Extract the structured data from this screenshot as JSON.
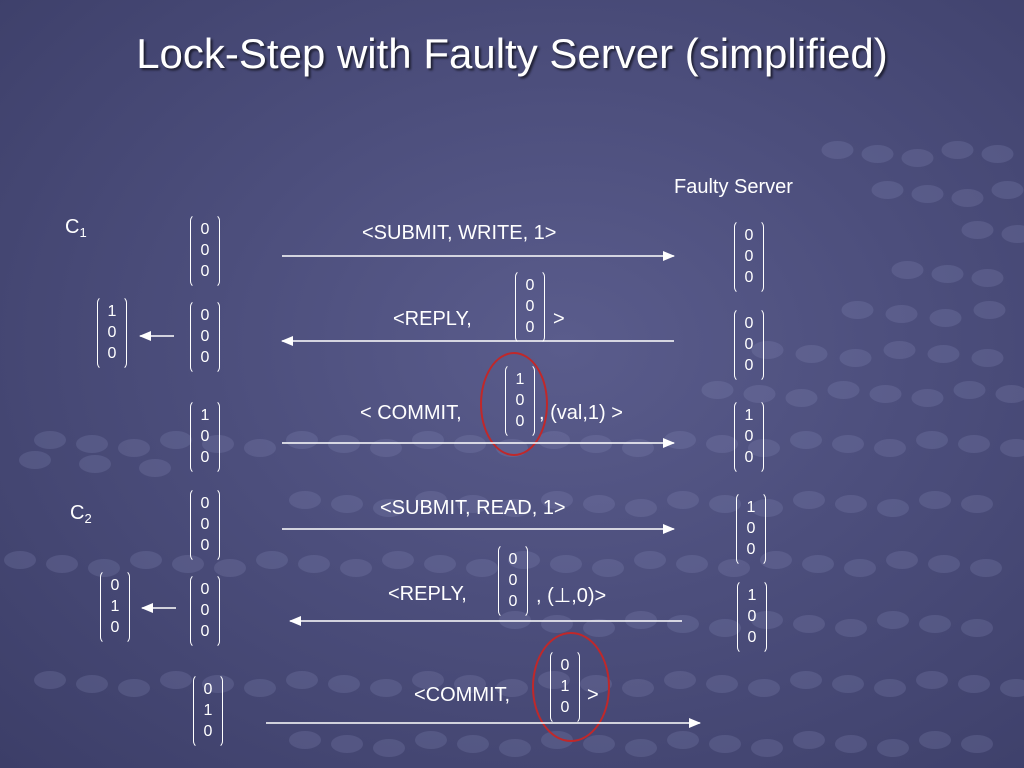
{
  "title": "Lock-Step with Faulty Server (simplified)",
  "faulty_server_label": "Faulty Server",
  "clients": {
    "c1": {
      "letter": "C",
      "subscript": "1"
    },
    "c2": {
      "letter": "C",
      "subscript": "2"
    }
  },
  "messages": {
    "m1": "<SUBMIT, WRITE, 1>",
    "m2_pre": "<REPLY,",
    "m2_post": ">",
    "m3_pre": "< COMMIT,",
    "m3_post": ", (val,1) >",
    "m4": "<SUBMIT, READ, 1>",
    "m5_pre": "<REPLY,",
    "m5_post": ", (⊥,0)>",
    "m6_pre": "<COMMIT,",
    "m6_post": ">"
  },
  "vectors": {
    "c1_row1": [
      "0",
      "0",
      "0"
    ],
    "c1_row2_new": [
      "1",
      "0",
      "0"
    ],
    "c1_row2": [
      "0",
      "0",
      "0"
    ],
    "c1_row3": [
      "1",
      "0",
      "0"
    ],
    "c2_row1": [
      "0",
      "0",
      "0"
    ],
    "c2_row2_new": [
      "0",
      "1",
      "0"
    ],
    "c2_row2": [
      "0",
      "0",
      "0"
    ],
    "c2_row3": [
      "0",
      "1",
      "0"
    ],
    "srv_row1": [
      "0",
      "0",
      "0"
    ],
    "srv_row2": [
      "0",
      "0",
      "0"
    ],
    "srv_row3": [
      "1",
      "0",
      "0"
    ],
    "srv_row4": [
      "1",
      "0",
      "0"
    ],
    "srv_row5": [
      "1",
      "0",
      "0"
    ],
    "msg_reply1": [
      "0",
      "0",
      "0"
    ],
    "msg_commit1": [
      "1",
      "0",
      "0"
    ],
    "msg_reply2": [
      "0",
      "0",
      "0"
    ],
    "msg_commit2": [
      "0",
      "1",
      "0"
    ]
  },
  "colors": {
    "background": "#4c4e7c",
    "highlight_ring": "#c0282a",
    "text": "#ffffff"
  }
}
